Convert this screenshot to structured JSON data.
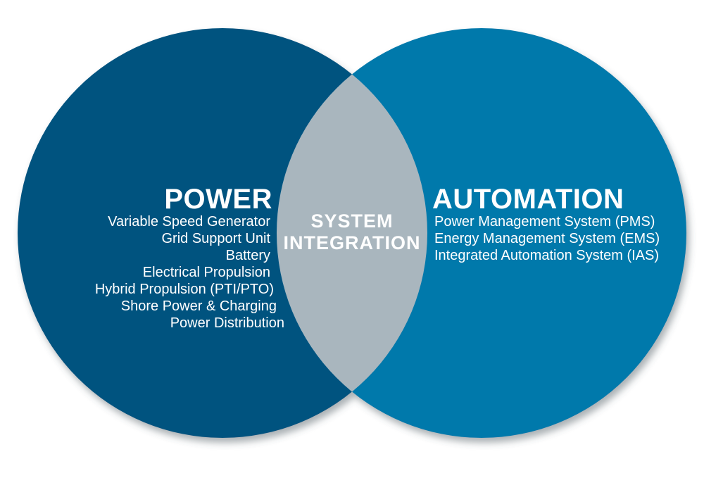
{
  "venn": {
    "power": {
      "heading": "POWER",
      "items": [
        "Variable Speed Generator",
        "Grid Support Unit",
        "Battery",
        "Electrical Propulsion",
        "Hybrid Propulsion (PTI/PTO)",
        "Shore Power & Charging",
        "Power Distribution"
      ],
      "circle_color": "#05537f"
    },
    "automation": {
      "heading": "AUTOMATION",
      "items": [
        "Power Management System (PMS)",
        "Energy Management System (EMS)",
        "Integrated Automation System (IAS)"
      ],
      "circle_color": "#0679ab"
    },
    "overlap": {
      "label": "SYSTEM\nINTEGRATION",
      "lens_color": "#a9b6be"
    },
    "text_color": "#ffffff",
    "background_color": "#ffffff"
  }
}
